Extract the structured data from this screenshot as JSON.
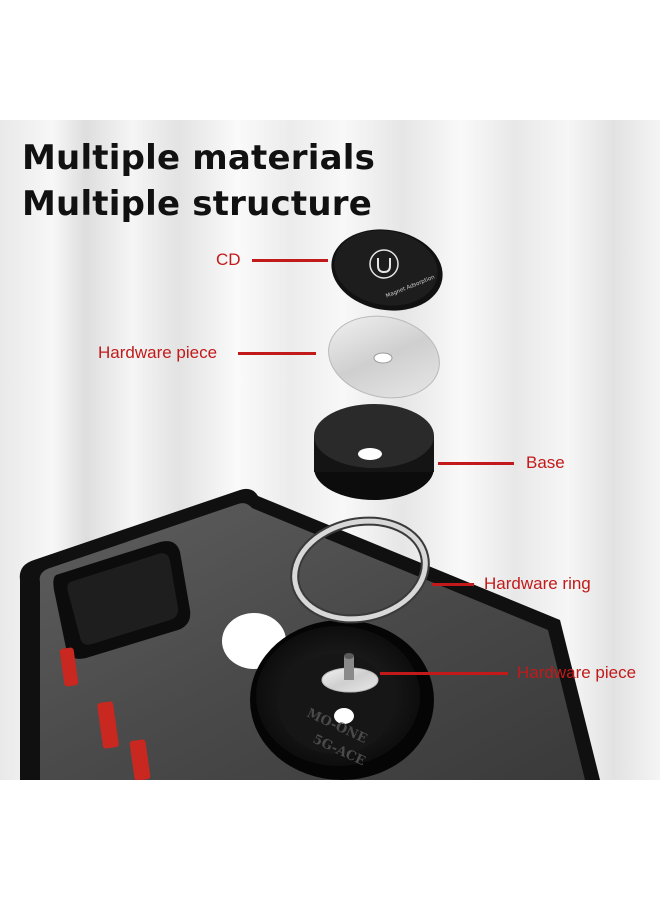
{
  "headline": {
    "line1": "Multiple materials",
    "line2": "Multiple structure"
  },
  "callouts": {
    "cd": "CD",
    "hardware_piece_top": "Hardware piece",
    "base": "Base",
    "hardware_ring": "Hardware ring",
    "hardware_piece_bottom": "Hardware piece"
  },
  "cd_disc_text": "Magnet Adsorption",
  "base_emboss": {
    "line1": "MO-ONE",
    "line2": "5G-ACE"
  },
  "colors": {
    "accent_red": "#c21a1a",
    "case_black": "#111111",
    "button_red": "#c8281f",
    "heading_text": "#111111"
  },
  "icons": {
    "cd_logo": "magnet-u-icon"
  }
}
